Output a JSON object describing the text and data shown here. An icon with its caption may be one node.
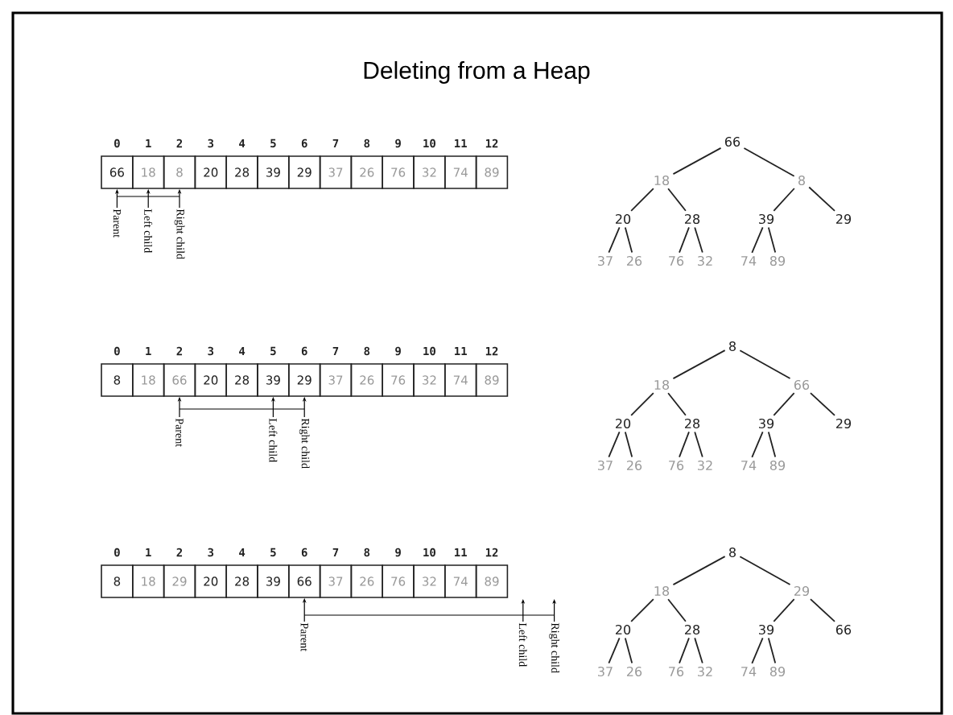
{
  "diagram": {
    "title": "Deleting from a Heap",
    "nodes": [
      {
        "text": [
          "66"
        ],
        "beside": [
          "0"
        ]
      },
      {
        "text": [
          "18"
        ],
        "beside": [
          "1"
        ]
      },
      {
        "text": [
          "8"
        ],
        "beside": [
          "2"
        ]
      },
      {
        "text": [
          "20"
        ],
        "beside": [
          "3"
        ]
      },
      {
        "text": [
          "28"
        ],
        "beside": [
          "4"
        ]
      },
      {
        "text": [
          "39"
        ],
        "beside": [
          "5"
        ]
      },
      {
        "text": [
          "29"
        ],
        "beside": [
          "6"
        ]
      },
      {
        "text": [
          "37"
        ],
        "beside": [
          "7"
        ]
      },
      {
        "text": [
          "26"
        ],
        "beside": [
          "8"
        ]
      },
      {
        "text": [
          "76"
        ],
        "beside": [
          "9"
        ]
      },
      {
        "text": [
          "32"
        ],
        "beside": [
          "10"
        ]
      },
      {
        "text": [
          "74"
        ],
        "beside": [
          "11"
        ]
      },
      {
        "text": [
          "89"
        ],
        "beside": [
          "12"
        ]
      },
      {
        "text": [
          "Parent"
        ]
      },
      {
        "text": [
          "Left child"
        ]
      },
      {
        "text": [
          "Right child"
        ]
      },
      {
        "text": [
          "66"
        ]
      },
      {
        "text": [
          "18"
        ]
      },
      {
        "text": [
          "8"
        ]
      },
      {
        "text": [
          "20"
        ]
      },
      {
        "text": [
          "28"
        ]
      },
      {
        "text": [
          "39"
        ]
      },
      {
        "text": [
          "29"
        ]
      },
      {
        "text": [
          "37"
        ]
      },
      {
        "text": [
          "26"
        ]
      },
      {
        "text": [
          "76"
        ]
      },
      {
        "text": [
          "32"
        ]
      },
      {
        "text": [
          "74"
        ]
      },
      {
        "text": [
          "89"
        ]
      },
      {
        "text": [
          "8"
        ],
        "beside": [
          "0"
        ]
      },
      {
        "text": [
          "18"
        ],
        "beside": [
          "1"
        ]
      },
      {
        "text": [
          "66"
        ],
        "beside": [
          "2"
        ]
      },
      {
        "text": [
          "20"
        ],
        "beside": [
          "3"
        ]
      },
      {
        "text": [
          "28"
        ],
        "beside": [
          "4"
        ]
      },
      {
        "text": [
          "39"
        ],
        "beside": [
          "5"
        ]
      },
      {
        "text": [
          "29"
        ],
        "beside": [
          "6"
        ]
      },
      {
        "text": [
          "37"
        ],
        "beside": [
          "7"
        ]
      },
      {
        "text": [
          "26"
        ],
        "beside": [
          "8"
        ]
      },
      {
        "text": [
          "76"
        ],
        "beside": [
          "9"
        ]
      },
      {
        "text": [
          "32"
        ],
        "beside": [
          "10"
        ]
      },
      {
        "text": [
          "74"
        ],
        "beside": [
          "11"
        ]
      },
      {
        "text": [
          "89"
        ],
        "beside": [
          "12"
        ]
      },
      {
        "text": [
          "Parent"
        ]
      },
      {
        "text": [
          "Left child"
        ]
      },
      {
        "text": [
          "Right child"
        ]
      },
      {
        "text": [
          "8"
        ]
      },
      {
        "text": [
          "18"
        ]
      },
      {
        "text": [
          "66"
        ]
      },
      {
        "text": [
          "20"
        ]
      },
      {
        "text": [
          "28"
        ]
      },
      {
        "text": [
          "39"
        ]
      },
      {
        "text": [
          "29"
        ]
      },
      {
        "text": [
          "37"
        ]
      },
      {
        "text": [
          "26"
        ]
      },
      {
        "text": [
          "76"
        ]
      },
      {
        "text": [
          "32"
        ]
      },
      {
        "text": [
          "74"
        ]
      },
      {
        "text": [
          "89"
        ]
      },
      {
        "text": [
          "8"
        ],
        "beside": [
          "0"
        ]
      },
      {
        "text": [
          "18"
        ],
        "beside": [
          "1"
        ]
      },
      {
        "text": [
          "29"
        ],
        "beside": [
          "2"
        ]
      },
      {
        "text": [
          "20"
        ],
        "beside": [
          "3"
        ]
      },
      {
        "text": [
          "28"
        ],
        "beside": [
          "4"
        ]
      },
      {
        "text": [
          "39"
        ],
        "beside": [
          "5"
        ]
      },
      {
        "text": [
          "66"
        ],
        "beside": [
          "6"
        ]
      },
      {
        "text": [
          "37"
        ],
        "beside": [
          "7"
        ]
      },
      {
        "text": [
          "26"
        ],
        "beside": [
          "8"
        ]
      },
      {
        "text": [
          "76"
        ],
        "beside": [
          "9"
        ]
      },
      {
        "text": [
          "32"
        ],
        "beside": [
          "10"
        ]
      },
      {
        "text": [
          "74"
        ],
        "beside": [
          "11"
        ]
      },
      {
        "text": [
          "89"
        ],
        "beside": [
          "12"
        ]
      },
      {
        "text": [
          "Parent"
        ]
      },
      {
        "text": [
          "Left child"
        ]
      },
      {
        "text": [
          "Right child"
        ]
      },
      {
        "text": [
          "8"
        ]
      },
      {
        "text": [
          "18"
        ]
      },
      {
        "text": [
          "29"
        ]
      },
      {
        "text": [
          "20"
        ]
      },
      {
        "text": [
          "28"
        ]
      },
      {
        "text": [
          "39"
        ]
      },
      {
        "text": [
          "66"
        ]
      },
      {
        "text": [
          "37"
        ]
      },
      {
        "text": [
          "26"
        ]
      },
      {
        "text": [
          "76"
        ]
      },
      {
        "text": [
          "32"
        ]
      },
      {
        "text": [
          "74"
        ]
      },
      {
        "text": [
          "89"
        ]
      }
    ],
    "edges": [
      {
        "from": 16,
        "to": 17,
        "arrow": "none"
      },
      {
        "from": 16,
        "to": 18,
        "arrow": "none"
      },
      {
        "from": 17,
        "to": 19,
        "arrow": "none"
      },
      {
        "from": 17,
        "to": 20,
        "arrow": "none"
      },
      {
        "from": 18,
        "to": 21,
        "arrow": "none"
      },
      {
        "from": 18,
        "to": 22,
        "arrow": "none"
      },
      {
        "from": 19,
        "to": 23,
        "arrow": "none"
      },
      {
        "from": 19,
        "to": 24,
        "arrow": "none"
      },
      {
        "from": 20,
        "to": 25,
        "arrow": "none"
      },
      {
        "from": 20,
        "to": 26,
        "arrow": "none"
      },
      {
        "from": 21,
        "to": 27,
        "arrow": "none"
      },
      {
        "from": 21,
        "to": 28,
        "arrow": "none"
      },
      {
        "from": 13,
        "to": 15,
        "arrow": "none"
      },
      {
        "from": 13,
        "to": 0,
        "arrow": "to"
      },
      {
        "from": 14,
        "to": 1,
        "arrow": "to"
      },
      {
        "from": 15,
        "to": 2,
        "arrow": "to"
      },
      {
        "from": 45,
        "to": 46,
        "arrow": "none"
      },
      {
        "from": 45,
        "to": 47,
        "arrow": "none"
      },
      {
        "from": 46,
        "to": 48,
        "arrow": "none"
      },
      {
        "from": 46,
        "to": 49,
        "arrow": "none"
      },
      {
        "from": 47,
        "to": 50,
        "arrow": "none"
      },
      {
        "from": 47,
        "to": 51,
        "arrow": "none"
      },
      {
        "from": 48,
        "to": 52,
        "arrow": "none"
      },
      {
        "from": 48,
        "to": 53,
        "arrow": "none"
      },
      {
        "from": 49,
        "to": 54,
        "arrow": "none"
      },
      {
        "from": 49,
        "to": 55,
        "arrow": "none"
      },
      {
        "from": 50,
        "to": 56,
        "arrow": "none"
      },
      {
        "from": 50,
        "to": 57,
        "arrow": "none"
      },
      {
        "from": 42,
        "to": 44,
        "arrow": "none"
      },
      {
        "from": 42,
        "to": 31,
        "arrow": "to"
      },
      {
        "from": 43,
        "to": 34,
        "arrow": "to"
      },
      {
        "from": 44,
        "to": 35,
        "arrow": "to"
      },
      {
        "from": 74,
        "to": 75,
        "arrow": "none"
      },
      {
        "from": 74,
        "to": 76,
        "arrow": "none"
      },
      {
        "from": 75,
        "to": 77,
        "arrow": "none"
      },
      {
        "from": 75,
        "to": 78,
        "arrow": "none"
      },
      {
        "from": 76,
        "to": 79,
        "arrow": "none"
      },
      {
        "from": 76,
        "to": 80,
        "arrow": "none"
      },
      {
        "from": 77,
        "to": 81,
        "arrow": "none"
      },
      {
        "from": 77,
        "to": 82,
        "arrow": "none"
      },
      {
        "from": 78,
        "to": 83,
        "arrow": "none"
      },
      {
        "from": 78,
        "to": 84,
        "arrow": "none"
      },
      {
        "from": 79,
        "to": 85,
        "arrow": "none"
      },
      {
        "from": 79,
        "to": 86,
        "arrow": "none"
      },
      {
        "from": 71,
        "to": 73,
        "arrow": "none"
      },
      {
        "from": 71,
        "to": 64,
        "arrow": "to"
      },
      {
        "from": 72,
        "to": null,
        "arrow": "to"
      },
      {
        "from": 73,
        "to": null,
        "arrow": "to"
      }
    ]
  }
}
